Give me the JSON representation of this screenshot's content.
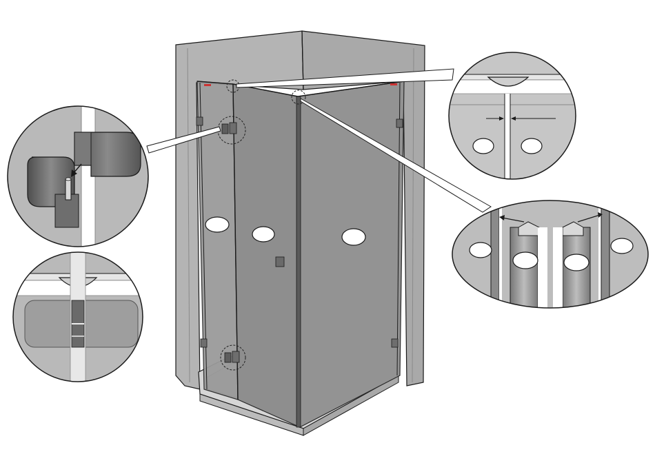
{
  "diagram": {
    "title": "",
    "colors": {
      "wall": "#b4b4b4",
      "wall_dark": "#9a9a9a",
      "glass": "#8c8c8c",
      "glass_light": "#a3a3a3",
      "frame": "#5a5a5a",
      "outline": "#1a1a1a",
      "hinge": "#6e6e6e",
      "marker": "#ffffff",
      "leader": "#ffffff"
    },
    "panels": [
      {
        "id": "left-door",
        "marker": ""
      },
      {
        "id": "front-fixed",
        "marker": ""
      },
      {
        "id": "right-panel",
        "marker": ""
      }
    ],
    "callouts": [
      {
        "id": "hinge-pin-detail",
        "icon": "hinge-pin-icon"
      },
      {
        "id": "hinge-top-detail",
        "icon": "hinge-cover-icon"
      },
      {
        "id": "panel-gap-detail",
        "icon": "gap-arrows-icon"
      },
      {
        "id": "corner-profile-detail",
        "icon": "profile-arrows-icon"
      }
    ]
  }
}
